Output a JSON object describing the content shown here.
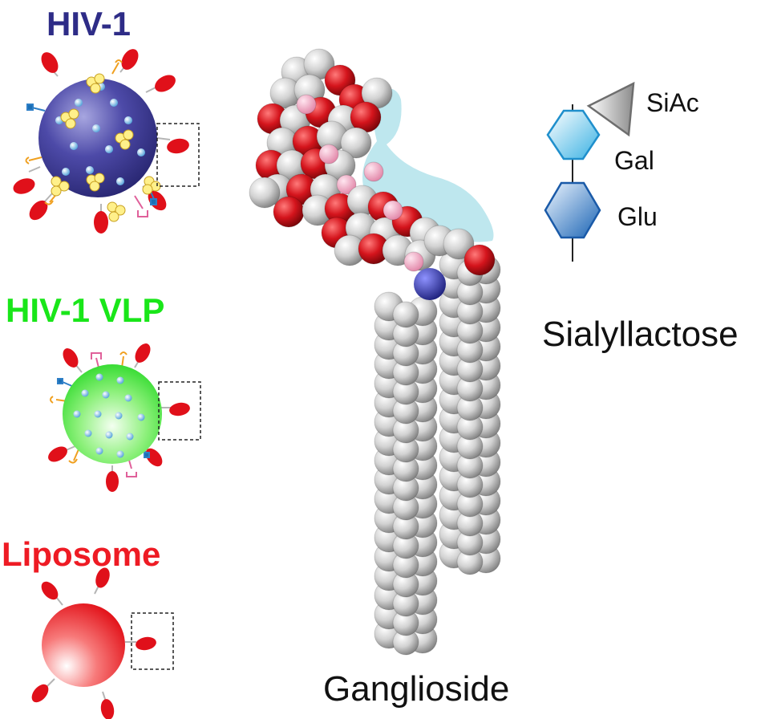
{
  "particles": {
    "hiv1": {
      "label": "HIV-1",
      "color": "#2e2c87"
    },
    "vlp": {
      "label": "HIV-1 VLP",
      "color": "#19e619"
    },
    "liposome": {
      "label": "Liposome",
      "color": "#ee1b24"
    }
  },
  "molecule": {
    "label": "Ganglioside"
  },
  "glycan": {
    "label": "Sialyllactose",
    "residues": [
      {
        "label": "SiAc",
        "shape": "triangle"
      },
      {
        "label": "Gal",
        "shape": "hexagon-light"
      },
      {
        "label": "Glu",
        "shape": "hexagon-dark"
      }
    ]
  }
}
